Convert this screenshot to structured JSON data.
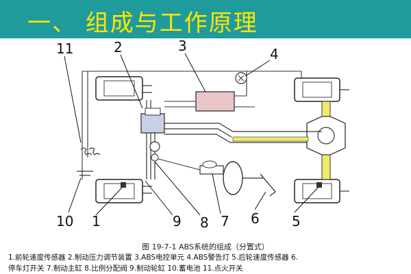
{
  "slide": {
    "title": "一、  组成与工作原理",
    "title_color": "#ffe600",
    "background_color": "#1f9b9b"
  },
  "diagram": {
    "callouts": {
      "n1": "1",
      "n2": "2",
      "n3": "3",
      "n4": "4",
      "n5": "5",
      "n6": "6",
      "n7": "7",
      "n8": "8",
      "n9": "9",
      "n10": "10",
      "n11": "11"
    },
    "caption": "图 19-7-1  ABS系统的组成（分置式）",
    "legend": {
      "line1": "1.前轮速度传感器  2.制动压力调节装置  3.ABS电控单元  4.ABS警告灯  5.后轮速度传感器  6.",
      "line2": "停车灯开关  7.制动主缸  8.比例分配阀  9.制动轮缸  10.蓄电池  11.点火开关"
    },
    "colors": {
      "yellow_pipe": "#f2ea6a",
      "ecu_fill": "#e9c6c8"
    }
  }
}
